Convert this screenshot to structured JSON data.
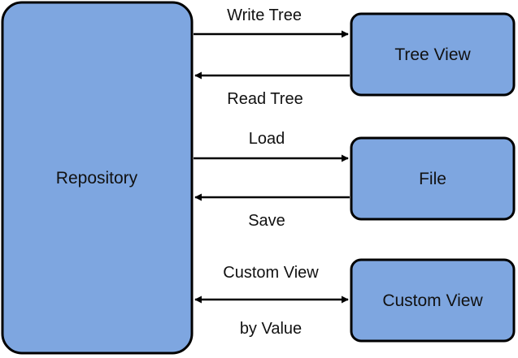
{
  "colors": {
    "box_fill": "#7ea6e0",
    "box_stroke": "#000000",
    "arrow": "#000000"
  },
  "nodes": {
    "repository": {
      "label": "Repository"
    },
    "tree_view": {
      "label": "Tree View"
    },
    "file": {
      "label": "File"
    },
    "custom_view": {
      "label": "Custom View"
    }
  },
  "edges": {
    "write_tree": {
      "label": "Write Tree",
      "from": "Repository",
      "to": "Tree View",
      "direction": "forward"
    },
    "read_tree": {
      "label": "Read Tree",
      "from": "Tree View",
      "to": "Repository",
      "direction": "forward"
    },
    "load": {
      "label": "Load",
      "from": "Repository",
      "to": "File",
      "direction": "forward"
    },
    "save": {
      "label": "Save",
      "from": "File",
      "to": "Repository",
      "direction": "forward"
    },
    "custom_view_by_value": {
      "label_top": "Custom View",
      "label_bottom": "by Value",
      "from": "Repository",
      "to": "Custom View",
      "direction": "both"
    }
  }
}
